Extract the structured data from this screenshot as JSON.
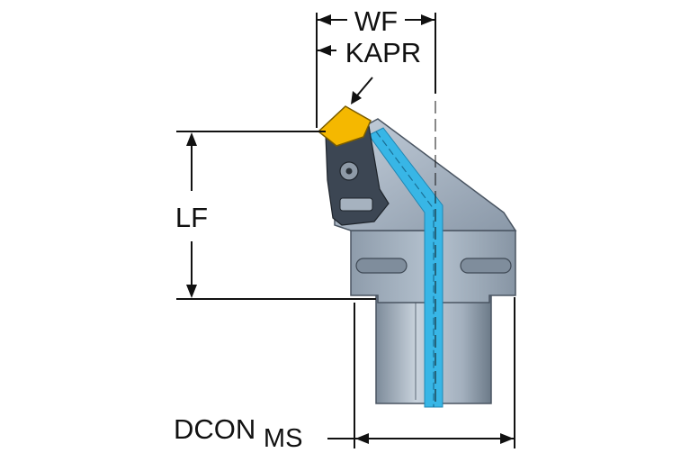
{
  "labels": {
    "wf": "WF",
    "kapr": "KAPR",
    "lf": "LF",
    "dcon_main": "DCON",
    "dcon_sub": "MS"
  },
  "colors": {
    "line": "#111111",
    "body_steel": "#a9b7c6",
    "body_dark": "#6f7f90",
    "coolant": "#38b6e6",
    "insert": "#f5b800",
    "clamp": "#3c4653"
  }
}
